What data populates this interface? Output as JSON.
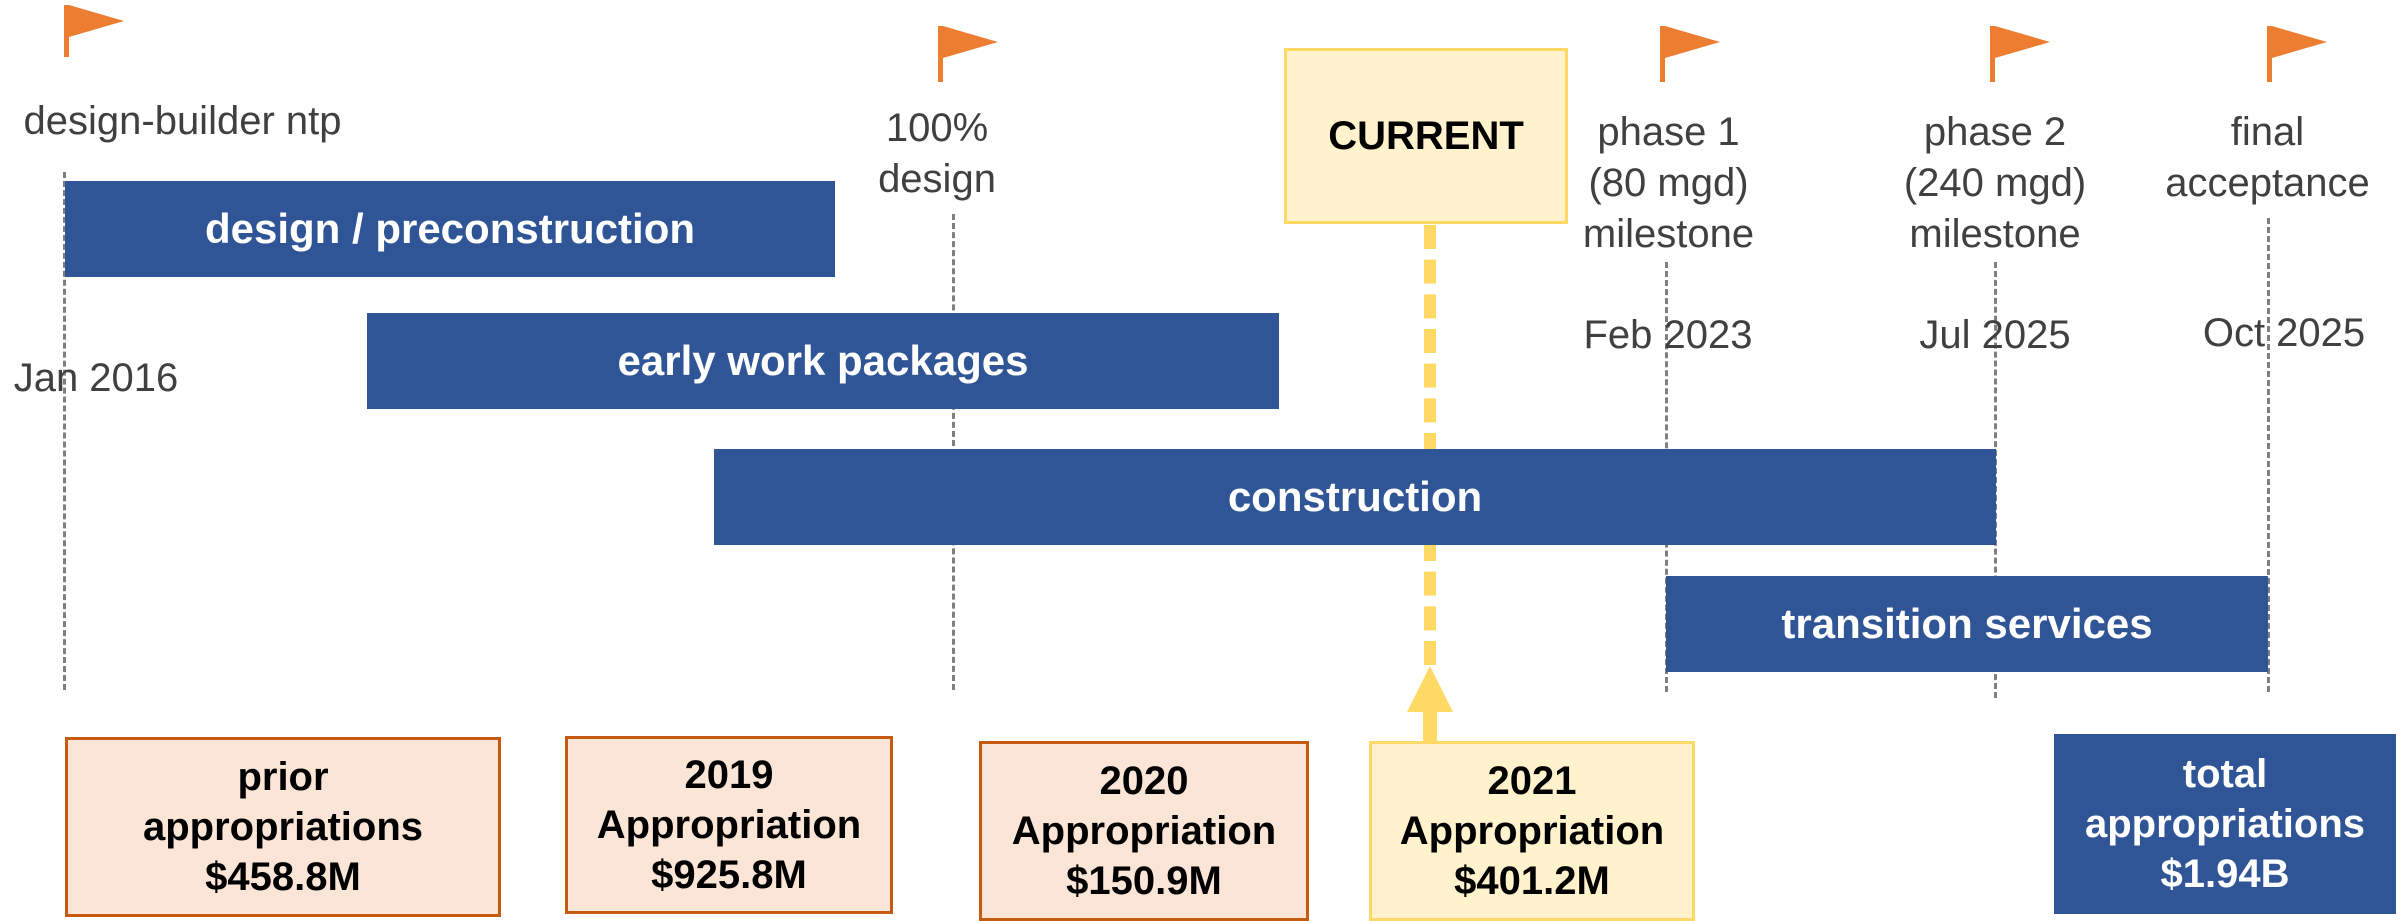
{
  "milestones": [
    {
      "id": "ntp",
      "label": "design-builder ntp",
      "date": "Jan 2016"
    },
    {
      "id": "design100",
      "label": "100%\ndesign"
    },
    {
      "id": "phase1",
      "label": "phase 1\n(80 mgd)\nmilestone",
      "date": "Feb 2023"
    },
    {
      "id": "phase2",
      "label": "phase 2\n(240 mgd)\nmilestone",
      "date": "Jul 2025"
    },
    {
      "id": "final",
      "label": "final\nacceptance",
      "date": "Oct 2025"
    }
  ],
  "phases": [
    {
      "label": "design / preconstruction"
    },
    {
      "label": "early work packages"
    },
    {
      "label": "construction"
    },
    {
      "label": "transition services"
    }
  ],
  "current_label": "CURRENT",
  "appropriations": [
    {
      "label": "prior\nappropriations\n$458.8M"
    },
    {
      "label": "2019\nAppropriation\n$925.8M"
    },
    {
      "label": "2020\nAppropriation\n$150.9M"
    },
    {
      "label": "2021\nAppropriation\n$401.2M"
    }
  ],
  "total": {
    "label": "total\nappropriations\n$1.94B"
  },
  "colors": {
    "bar": "#2f5597",
    "flag": "#ed7d31",
    "approp_fill": "#fbe5d6",
    "approp_border": "#c55a11",
    "current_fill": "#fff2cc",
    "current_accent": "#ffd966",
    "milestone_line": "#7f7f7f"
  },
  "icons": {
    "milestone": "flag-icon",
    "current_pointer": "arrow-up-icon"
  }
}
